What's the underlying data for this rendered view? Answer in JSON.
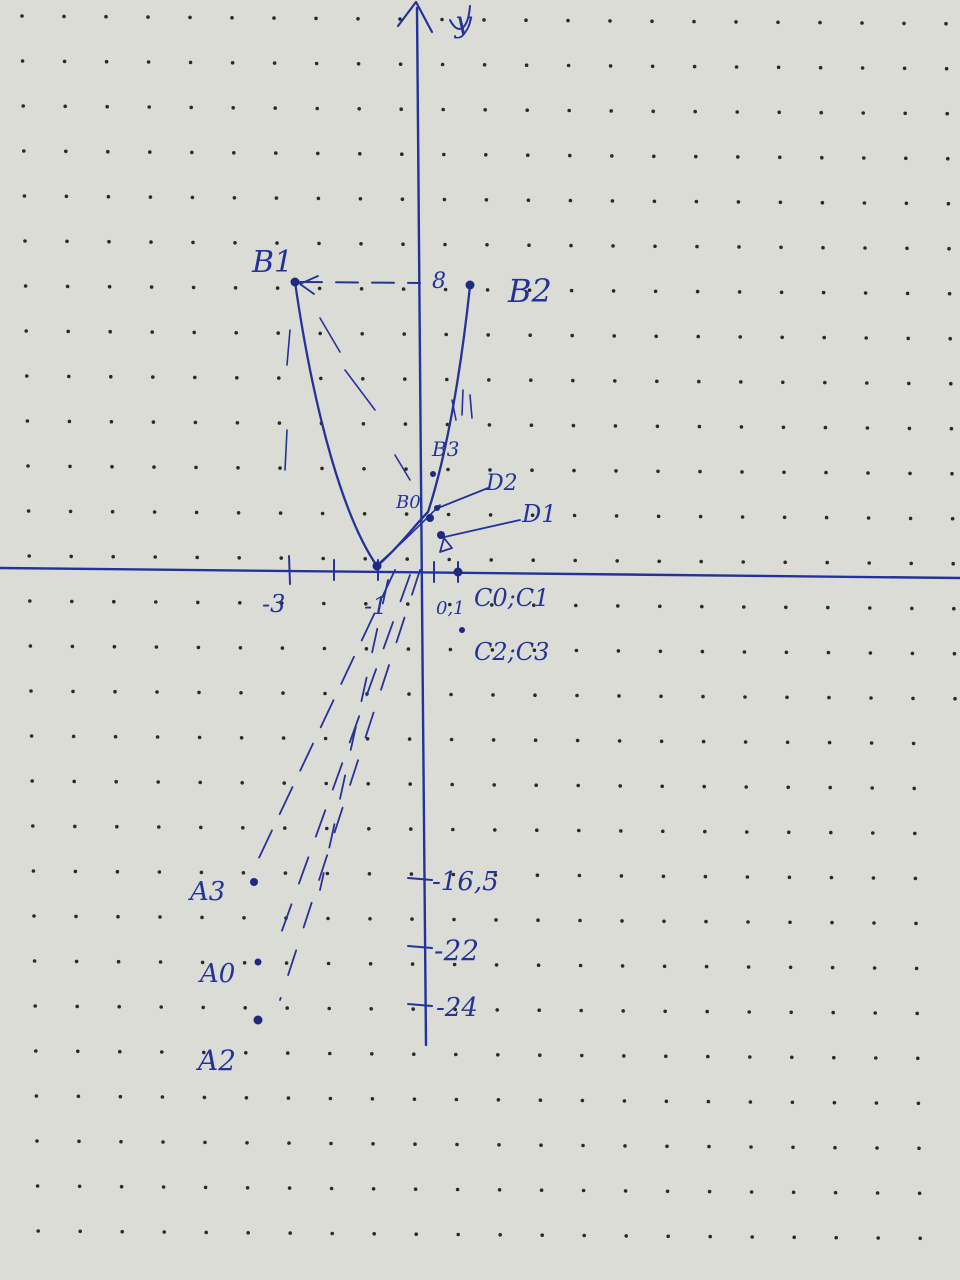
{
  "paper": {
    "color": "#dcdcd6",
    "dot_color": "#2a2a2a",
    "ink_color": "#23339a"
  },
  "axes": {
    "y_label": "y"
  },
  "points": {
    "B1": {
      "label": "B1"
    },
    "B2": {
      "label": "B2"
    },
    "B3": {
      "label": "B3"
    },
    "B0": {
      "label": "B0"
    },
    "D2": {
      "label": "D2"
    },
    "D1": {
      "label": "D1"
    },
    "C0C1": {
      "label": "C0;C1"
    },
    "C2C3": {
      "label": "C2;C3"
    },
    "A3": {
      "label": "A3"
    },
    "A0": {
      "label": "A0"
    },
    "A2": {
      "label": "A2"
    }
  },
  "ticks": {
    "x": [
      "-3",
      "-1",
      "0,1"
    ],
    "y": [
      "8",
      "-16,5",
      "-22",
      "-24"
    ]
  }
}
